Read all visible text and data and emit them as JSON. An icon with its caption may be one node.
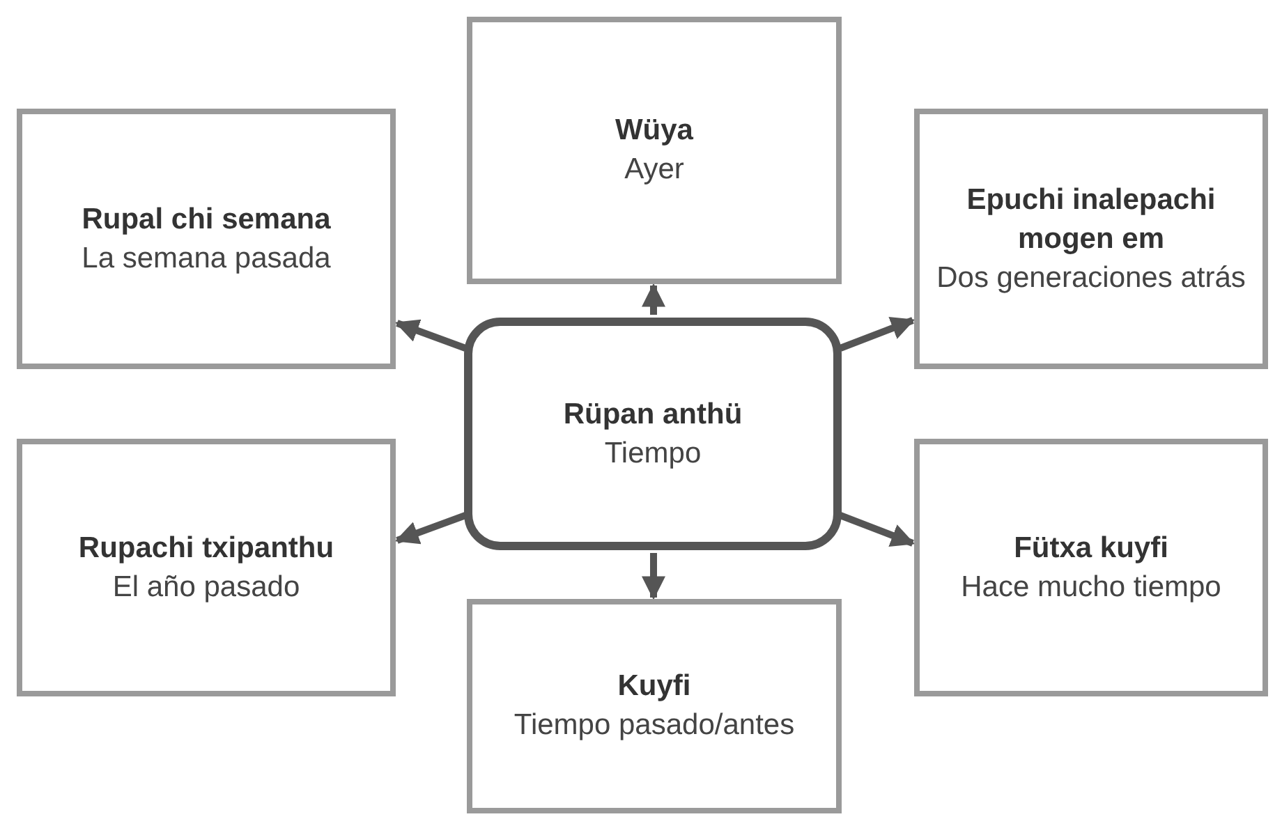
{
  "diagram": {
    "nodes": [
      {
        "text": [
          "Wüya",
          "Ayer"
        ]
      },
      {
        "text": [
          "Rupal chi semana",
          "La semana pasada"
        ]
      },
      {
        "text": [
          "Epuchi inalepachi mogen em",
          "Dos generaciones atrás"
        ]
      },
      {
        "text": [
          "Rüpan anthü",
          "Tiempo"
        ]
      },
      {
        "text": [
          "Rupachi txipanthu",
          "El año pasado"
        ]
      },
      {
        "text": [
          "Fütxa kuyfi",
          "Hace mucho tiempo"
        ]
      },
      {
        "text": [
          "Kuyfi",
          "Tiempo pasado/antes"
        ]
      }
    ],
    "edges": [
      {
        "from": 3,
        "to": 0,
        "arrow": "to"
      },
      {
        "from": 3,
        "to": 1,
        "arrow": "to"
      },
      {
        "from": 3,
        "to": 2,
        "arrow": "to"
      },
      {
        "from": 3,
        "to": 4,
        "arrow": "to"
      },
      {
        "from": 3,
        "to": 5,
        "arrow": "to"
      },
      {
        "from": 3,
        "to": 6,
        "arrow": "to"
      }
    ]
  }
}
